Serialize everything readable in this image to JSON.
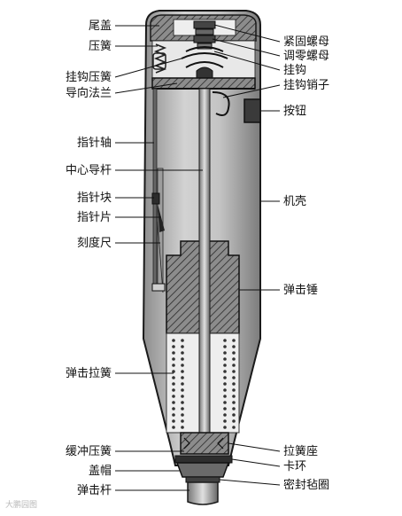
{
  "labels": {
    "tail_cap": "尾盖",
    "pressure_spring": "压簧",
    "hook_pressure_spring": "挂钩压簧",
    "guide_flange": "导向法兰",
    "pointer_shaft": "指针轴",
    "center_guide_rod": "中心导杆",
    "pointer_block": "指针块",
    "pointer_plate": "指针片",
    "scale_ruler": "刻度尺",
    "impact_tension_spring": "弹击拉簧",
    "buffer_spring": "缓冲压簧",
    "cap": "盖帽",
    "impact_rod": "弹击杆",
    "lock_nut": "紧固螺母",
    "zero_adjust_nut": "调零螺母",
    "hook": "挂钩",
    "hook_pin": "挂钩销子",
    "button": "按钮",
    "housing": "机壳",
    "impact_hammer": "弹击锤",
    "spring_seat": "拉簧座",
    "snap_ring": "卡环",
    "felt_seal_ring": "密封毡圈"
  },
  "watermark": "大鹏园图",
  "colors": {
    "outline": "#1a1a1a",
    "body_gray": "#c9c9c9",
    "shadow_gray": "#9a9a9a",
    "dark_gray": "#555555"
  }
}
